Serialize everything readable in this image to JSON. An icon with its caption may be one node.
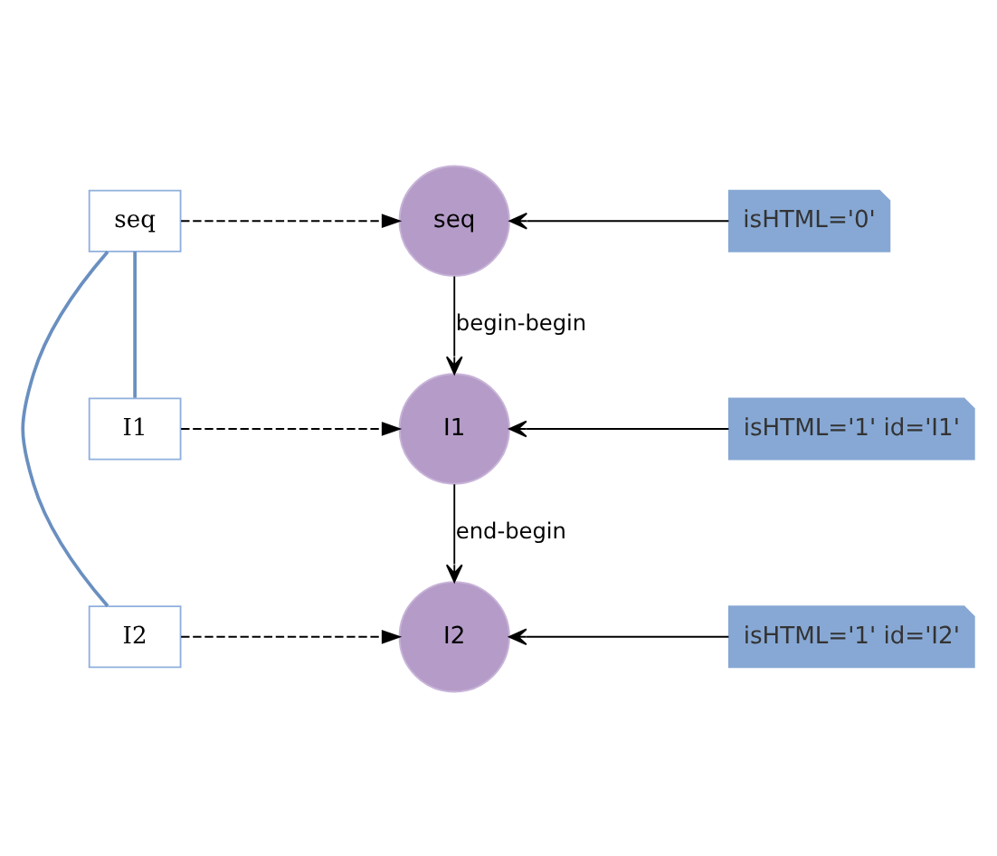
{
  "diagram": {
    "nodes": [
      {
        "text": [
          "seq"
        ]
      },
      {
        "text": [
          "I1"
        ]
      },
      {
        "text": [
          "I2"
        ]
      },
      {
        "text": [
          "seq"
        ]
      },
      {
        "text": [
          "I1"
        ]
      },
      {
        "text": [
          "I2"
        ]
      },
      {
        "text": [
          "isHTML='0'"
        ]
      },
      {
        "text": [
          "isHTML='1' id='I1'"
        ]
      },
      {
        "text": [
          "isHTML='1' id='I2'"
        ]
      }
    ],
    "edges": [
      {
        "from": 0,
        "to": 1,
        "arrow": "none",
        "color": "#6a8fc0"
      },
      {
        "from": 0,
        "to": 2,
        "arrow": "none",
        "color": "#6a8fc0"
      },
      {
        "from": 0,
        "to": 3,
        "arrow": "to",
        "style": "dashed"
      },
      {
        "from": 1,
        "to": 4,
        "arrow": "to",
        "style": "dashed"
      },
      {
        "from": 2,
        "to": 5,
        "arrow": "to",
        "style": "dashed"
      },
      {
        "from": 3,
        "to": 4,
        "arrow": "to",
        "label": "begin-begin"
      },
      {
        "from": 4,
        "to": 5,
        "arrow": "to",
        "label": "end-begin"
      },
      {
        "from": 6,
        "to": 3,
        "arrow": "to"
      },
      {
        "from": 7,
        "to": 4,
        "arrow": "to"
      },
      {
        "from": 8,
        "to": 5,
        "arrow": "to"
      }
    ]
  }
}
